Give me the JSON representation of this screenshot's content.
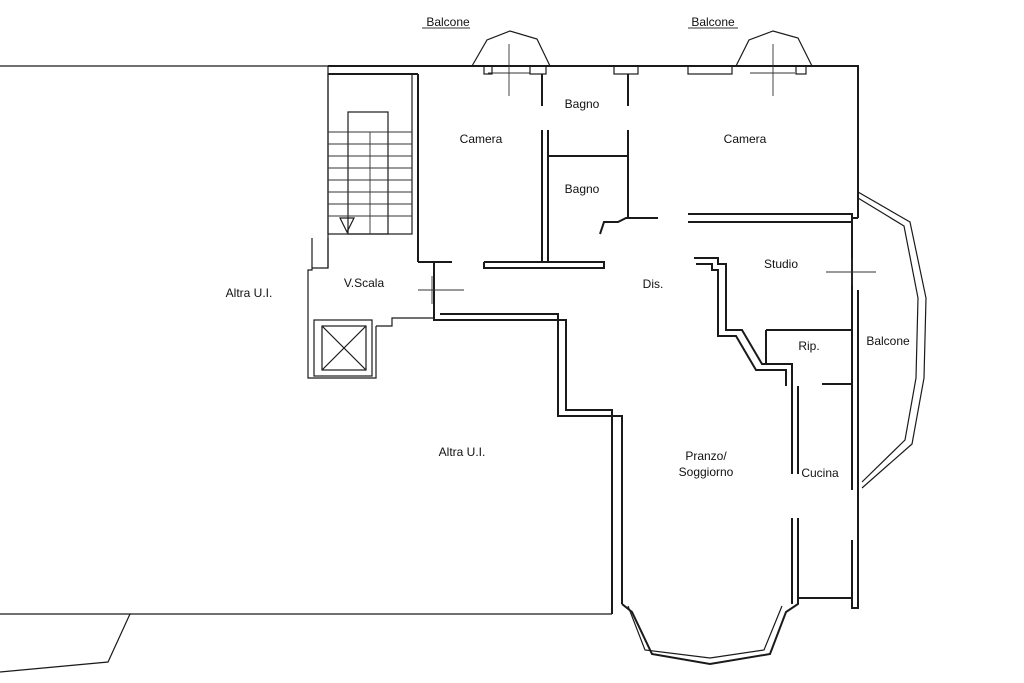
{
  "rooms": {
    "balcone_top_left": "Balcone",
    "balcone_top_right": "Balcone",
    "balcone_right": "Balcone",
    "bagno_top": "Bagno",
    "bagno_mid": "Bagno",
    "camera_left": "Camera",
    "camera_right": "Camera",
    "studio": "Studio",
    "dis": "Dis.",
    "v_scala": "V.Scala",
    "altra_ui_left": "Altra U.I.",
    "altra_ui_center": "Altra U.I.",
    "rip": "Rip.",
    "pranzo_line1": "Pranzo/",
    "pranzo_line2": "Soggiorno",
    "cucina": "Cucina"
  }
}
